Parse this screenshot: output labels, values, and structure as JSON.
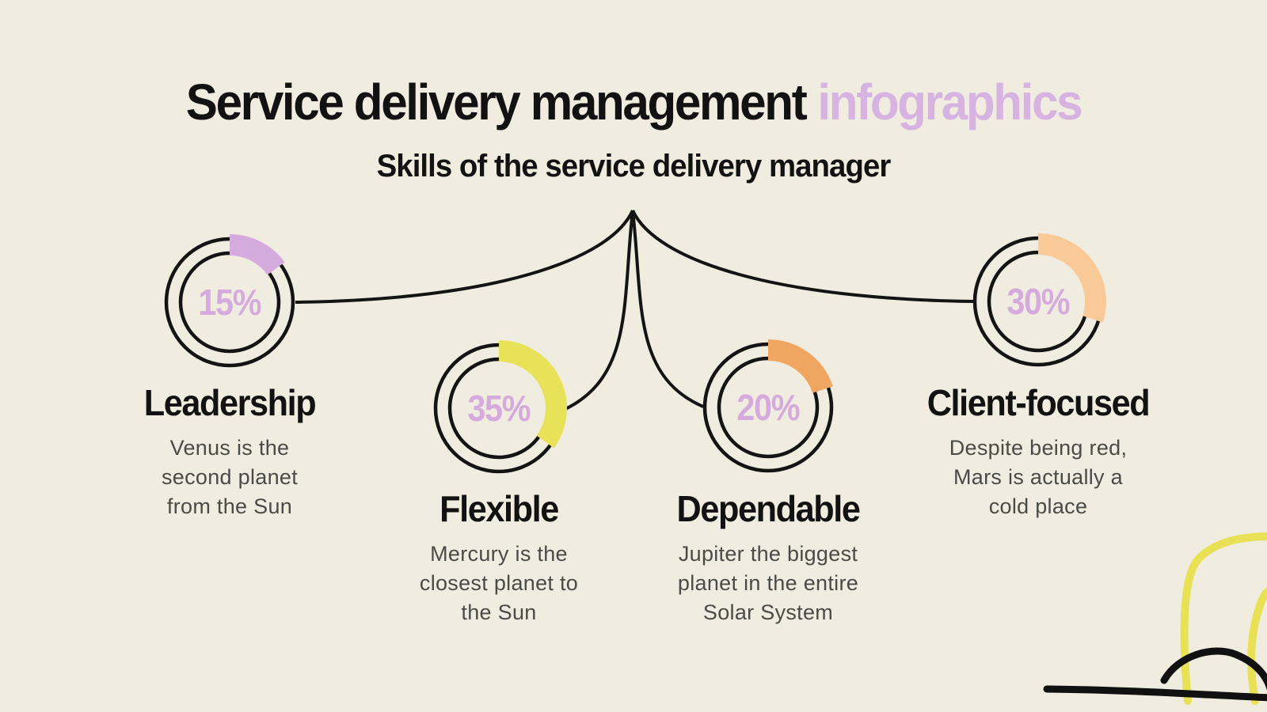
{
  "colors": {
    "background": "#f1ece0",
    "line": "#141414",
    "title_ink": "#121212",
    "title_accent": "#d7b3e2",
    "percent_text": "#d5abdd",
    "body_text": "#4a4a47",
    "doodle_yellow": "#e8e156"
  },
  "header": {
    "title_main": "Service delivery management",
    "title_accent": "infographics",
    "subtitle": "Skills of the service delivery manager"
  },
  "chart_data": {
    "type": "donut-set",
    "title": "Service delivery management infographics",
    "subtitle": "Skills of the service delivery manager",
    "unit": "%",
    "arc_start": "top",
    "arc_direction": "clockwise",
    "items": [
      {
        "label": "Leadership",
        "value": 15,
        "percent_label": "15%",
        "arc_color": "#d5aadd",
        "description": "Venus is the second planet from the Sun",
        "description_lines": [
          "Venus is the",
          "second planet",
          "from the Sun"
        ]
      },
      {
        "label": "Flexible",
        "value": 35,
        "percent_label": "35%",
        "arc_color": "#e7e257",
        "description": "Mercury is the closest planet to the Sun",
        "description_lines": [
          "Mercury is the",
          "closest planet to",
          "the Sun"
        ]
      },
      {
        "label": "Dependable",
        "value": 20,
        "percent_label": "20%",
        "arc_color": "#f0a660",
        "description": "Jupiter the biggest planet in the entire Solar System",
        "description_lines": [
          "Jupiter the biggest",
          "planet in the entire",
          "Solar System"
        ]
      },
      {
        "label": "Client-focused",
        "value": 30,
        "percent_label": "30%",
        "arc_color": "#f9c998",
        "description": "Despite being red, Mars is actually a cold place",
        "description_lines": [
          "Despite being red,",
          "Mars is actually a",
          "cold place"
        ]
      }
    ]
  }
}
